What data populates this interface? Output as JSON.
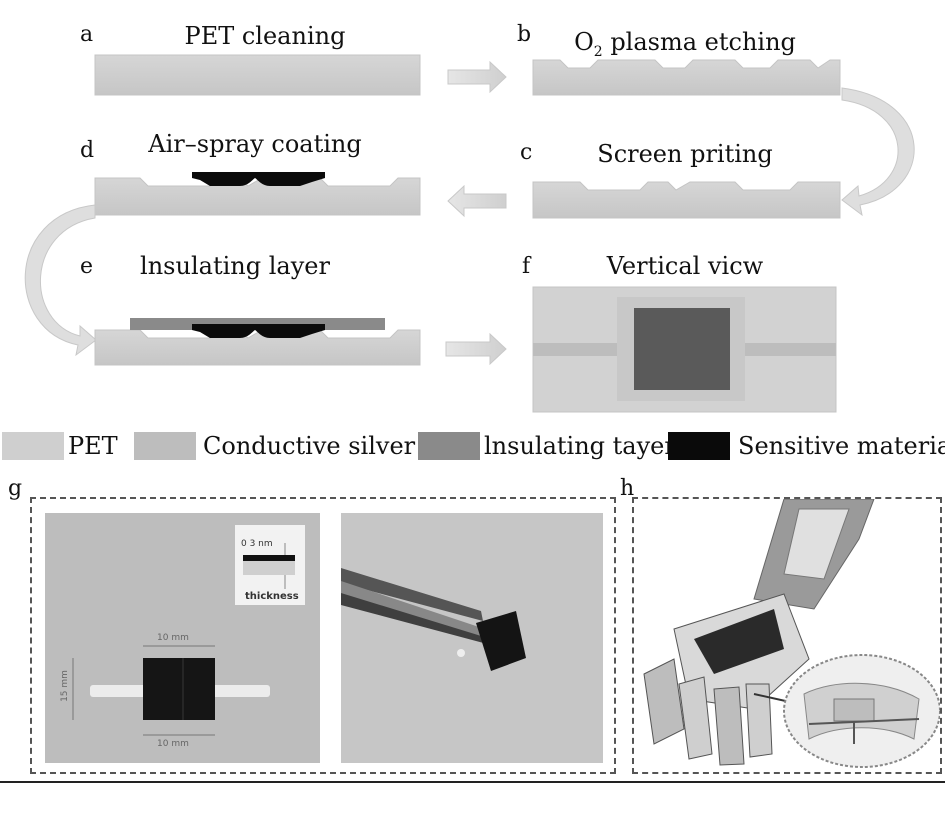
{
  "panels": {
    "a": {
      "letter": "a",
      "title": "PET cleaning"
    },
    "b": {
      "letter": "b",
      "title_main": "O",
      "title_sub": "2",
      "title_rest": " plasma etching"
    },
    "c": {
      "letter": "c",
      "title": "Screen priting"
    },
    "d": {
      "letter": "d",
      "title": "Air–spray coating"
    },
    "e": {
      "letter": "e",
      "title": "lnsulating layer"
    },
    "f": {
      "letter": "f",
      "title": "Vertical vicw"
    },
    "g": {
      "letter": "g"
    },
    "h": {
      "letter": "h"
    }
  },
  "legend": [
    {
      "label": "PET",
      "color": "#cfcfcf"
    },
    {
      "label": "Conductive silver",
      "color": "#bdbdbd"
    },
    {
      "label": "lnsulating tayer",
      "color": "#8a8a8a"
    },
    {
      "label": "Sensitive material",
      "color": "#0a0a0a"
    }
  ],
  "photo_g": {
    "dim_top": "10 mm",
    "dim_bottom": "10 mm",
    "dim_side": "15 mm",
    "inset_scale": "0  3  nm",
    "inset_label": "thickness"
  },
  "colors": {
    "pet": "#cfcfcf",
    "silver": "#bdbdbd",
    "insulating": "#8a8a8a",
    "sensitive": "#0a0a0a",
    "arrow": "#dcdcdc"
  }
}
